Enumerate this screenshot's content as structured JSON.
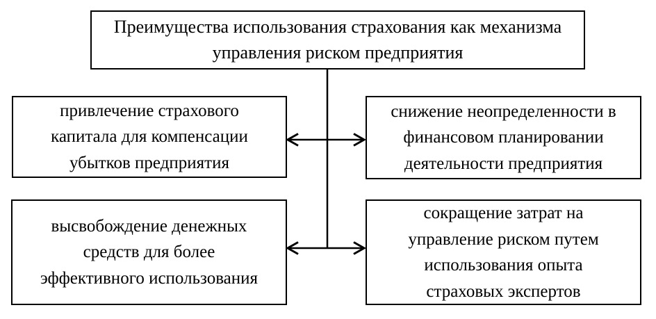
{
  "diagram": {
    "title_box": {
      "lines": [
        "Преимущества использования страхования как механизма",
        "управления риском предприятия"
      ]
    },
    "boxes": [
      {
        "id": "attracting-insurance-capital",
        "lines": [
          "привлечение страхового",
          "капитала для компенсации",
          "убытков предприятия"
        ]
      },
      {
        "id": "reducing-uncertainty",
        "lines": [
          "снижение неопределенности в",
          "финансовом планировании",
          "деятельности предприятия"
        ]
      },
      {
        "id": "freeing-up-funds",
        "lines": [
          "высвобождение денежных",
          "средств для более",
          "эффективного использования"
        ]
      },
      {
        "id": "cost-reduction",
        "lines": [
          "сокращение затрат на",
          "управление риском путем",
          "использования опыта",
          "страховых экспертов"
        ]
      }
    ],
    "connectors": {
      "trunk": "vertical-line-from-title",
      "arrows": [
        "double-arrow-row-1",
        "double-arrow-row-2"
      ]
    },
    "colors": {
      "border": "#000000",
      "background": "#ffffff",
      "text": "#000000"
    }
  }
}
